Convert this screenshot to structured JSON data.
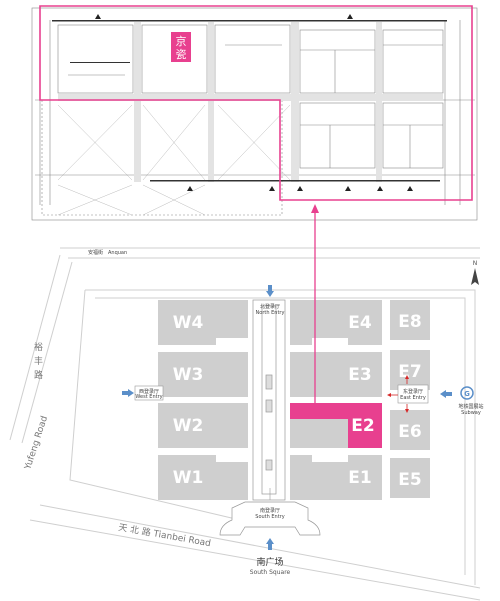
{
  "top_plan": {
    "booth_label_line1": "京",
    "booth_label_line2": "瓷"
  },
  "roads": {
    "north_road_cn": "安福街",
    "north_road_en": "Anquan",
    "west_road_cn_1": "裕",
    "west_road_cn_2": "丰",
    "west_road_cn_3": "路",
    "west_road_en": "Yufeng Road",
    "south_road": "天 北 路   Tianbei Road"
  },
  "halls": {
    "w4": "W4",
    "w3": "W3",
    "w2": "W2",
    "w1": "W1",
    "e4": "E4",
    "e3": "E3",
    "e2": "E2",
    "e1": "E1",
    "e8": "E8",
    "e7": "E7",
    "e6": "E6",
    "e5": "E5"
  },
  "entrances": {
    "north_cn": "北登录厅",
    "north_en": "North Entry",
    "west_cn": "西登录厅",
    "west_en": "West Entry",
    "east_cn": "东登录厅",
    "east_en": "East Entry",
    "south_cn": "南登录厅",
    "south_en": "South Entry"
  },
  "south_square": {
    "cn": "南广场",
    "en": "South Square"
  },
  "subway": {
    "cn": "地铁国展站",
    "en": "Subway"
  },
  "compass": {
    "north": "N"
  },
  "colors": {
    "highlight": "#e8408f",
    "hall_fill": "#cfcfcf",
    "arrow_blue": "#5b8fc9",
    "arrow_red": "#d62828"
  }
}
